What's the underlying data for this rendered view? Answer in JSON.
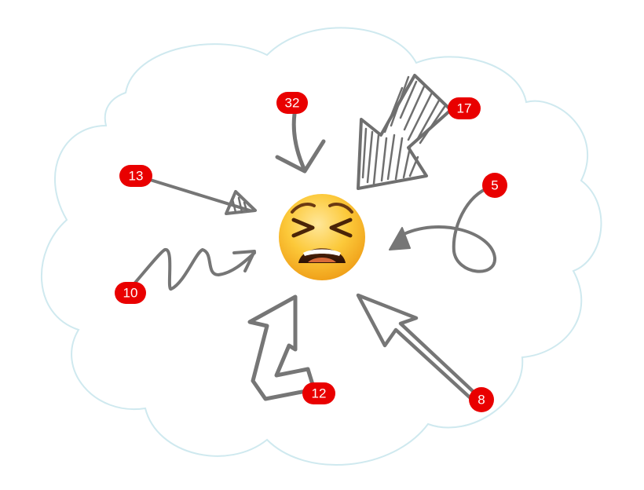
{
  "colors": {
    "badge": "#e90000",
    "arrow": "#767676",
    "cloud_outline": "#cfe9ef"
  },
  "center_icon": "tired-face-emoji",
  "badges": [
    {
      "id": "top",
      "value": "32"
    },
    {
      "id": "top-right",
      "value": "17"
    },
    {
      "id": "left",
      "value": "13"
    },
    {
      "id": "right",
      "value": "5"
    },
    {
      "id": "lower-left",
      "value": "10"
    },
    {
      "id": "bottom",
      "value": "12"
    },
    {
      "id": "lower-right",
      "value": "8"
    }
  ]
}
